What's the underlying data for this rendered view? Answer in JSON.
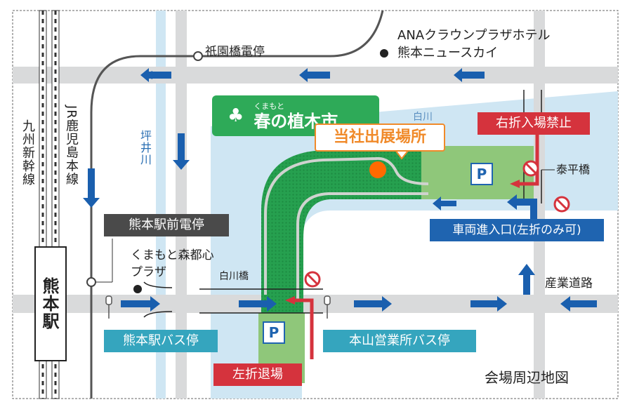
{
  "map": {
    "title": "会場周辺地図",
    "venue": {
      "name_small": "くまもと",
      "name_large": "春の植木市",
      "callout": "当社出展場所"
    },
    "streetcar_stops": {
      "gion": "祇園橋電停",
      "kumamoto_station": "熊本駅前電停"
    },
    "landmarks": {
      "hotel_line1": "ANAクラウンプラザホテル",
      "hotel_line2": "熊本ニュースカイ",
      "plaza_line1": "くまもと森都心",
      "plaza_line2": "プラザ"
    },
    "rail": {
      "jr_line": "JR鹿児島本線",
      "shinkansen": "九州新幹線",
      "station": "熊本駅"
    },
    "water": {
      "tsuboi_river": "坪井川",
      "shirakawa_river": "白川",
      "shirakawa_bridge": "白川橋",
      "taihei_bridge": "泰平橋"
    },
    "roads": {
      "sangyo_road": "産業道路"
    },
    "bus_stops": {
      "kumamoto_station": "熊本駅バス停",
      "motoyama": "本山営業所バス停"
    },
    "signs": {
      "right_turn_no_entry": "右折入場禁止",
      "vehicle_entrance": "車両進入口(左折のみ可)",
      "left_turn_exit": "左折退場",
      "parking": "P"
    },
    "colors": {
      "road": "#d9dadb",
      "river": "#cfe6f3",
      "park_green": "#2eaa58",
      "light_green": "#8fc77a",
      "arrow_blue": "#1a5fae",
      "sign_blue": "#1f64b0",
      "sign_red": "#d5333d",
      "sign_teal": "#35a5be",
      "sign_dark": "#4a4a4a",
      "callout_orange": "#f08a2a",
      "spot_orange": "#ff6a00"
    }
  }
}
